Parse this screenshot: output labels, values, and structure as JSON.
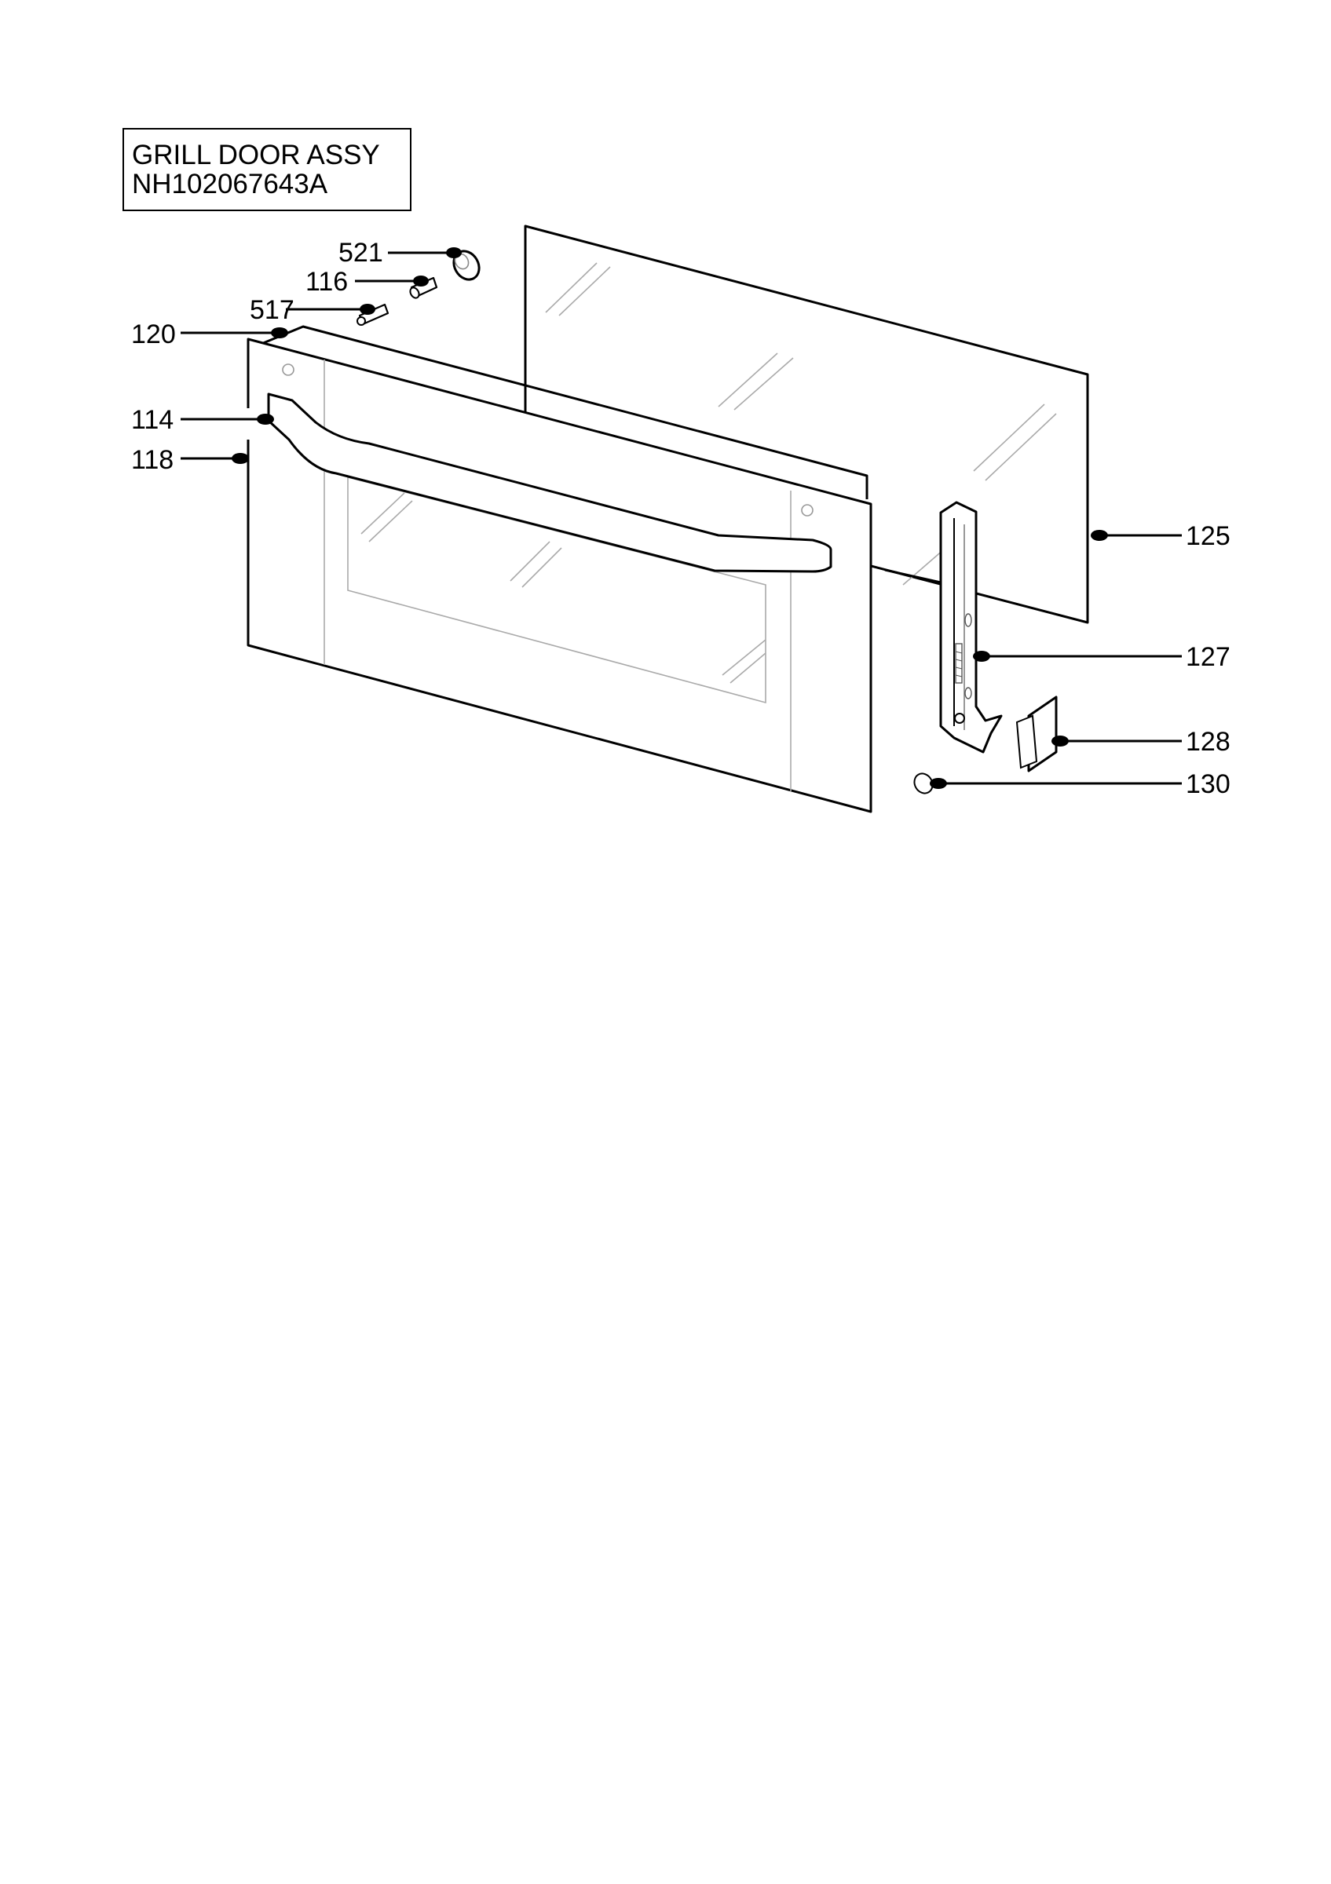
{
  "title": {
    "line1": "GRILL DOOR ASSY",
    "line2": "NH102067643A"
  },
  "callouts": {
    "c521": "521",
    "c116": "116",
    "c517": "517",
    "c120": "120",
    "c114": "114",
    "c118": "118",
    "c125": "125",
    "c127": "127",
    "c128": "128",
    "c130": "130"
  }
}
